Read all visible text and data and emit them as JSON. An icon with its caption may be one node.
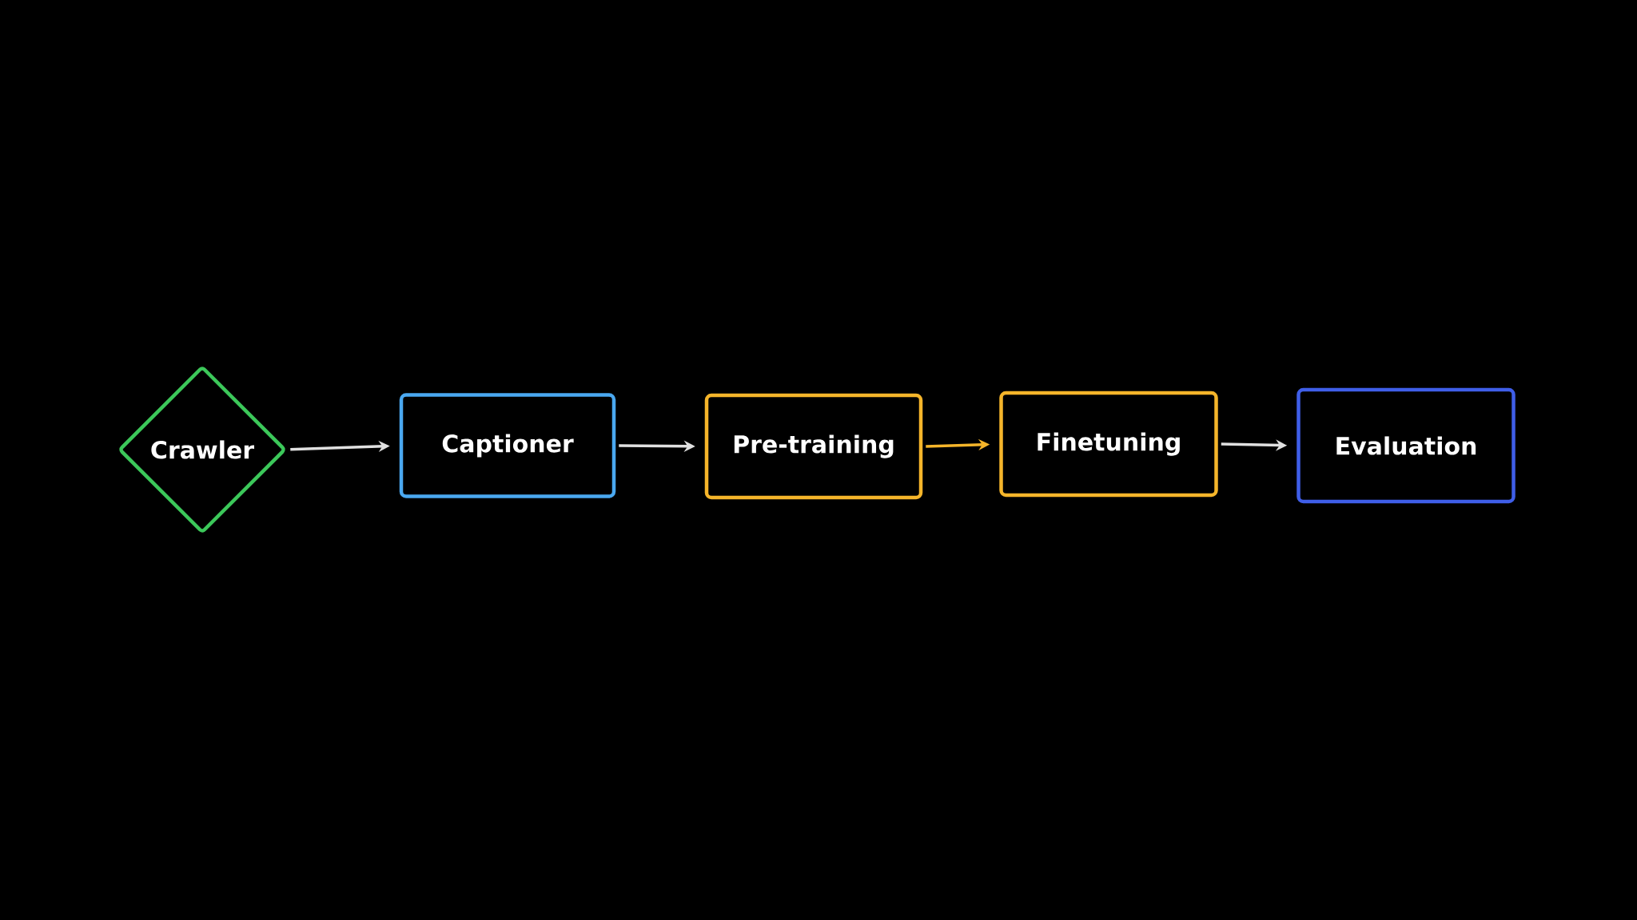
{
  "diagram": {
    "nodes": [
      {
        "text": [
          "Crawler"
        ]
      },
      {
        "text": [
          "Captioner"
        ]
      },
      {
        "text": [
          "Pre-training"
        ]
      },
      {
        "text": [
          "Finetuning"
        ]
      },
      {
        "text": [
          "Evaluation"
        ]
      }
    ],
    "edges": [
      {
        "from": 0,
        "to": 1,
        "arrow": "to"
      },
      {
        "from": 1,
        "to": 2,
        "arrow": "to"
      },
      {
        "from": 2,
        "to": 3,
        "arrow": "to",
        "color": "#f5b52a"
      },
      {
        "from": 3,
        "to": 4,
        "arrow": "to"
      }
    ]
  }
}
